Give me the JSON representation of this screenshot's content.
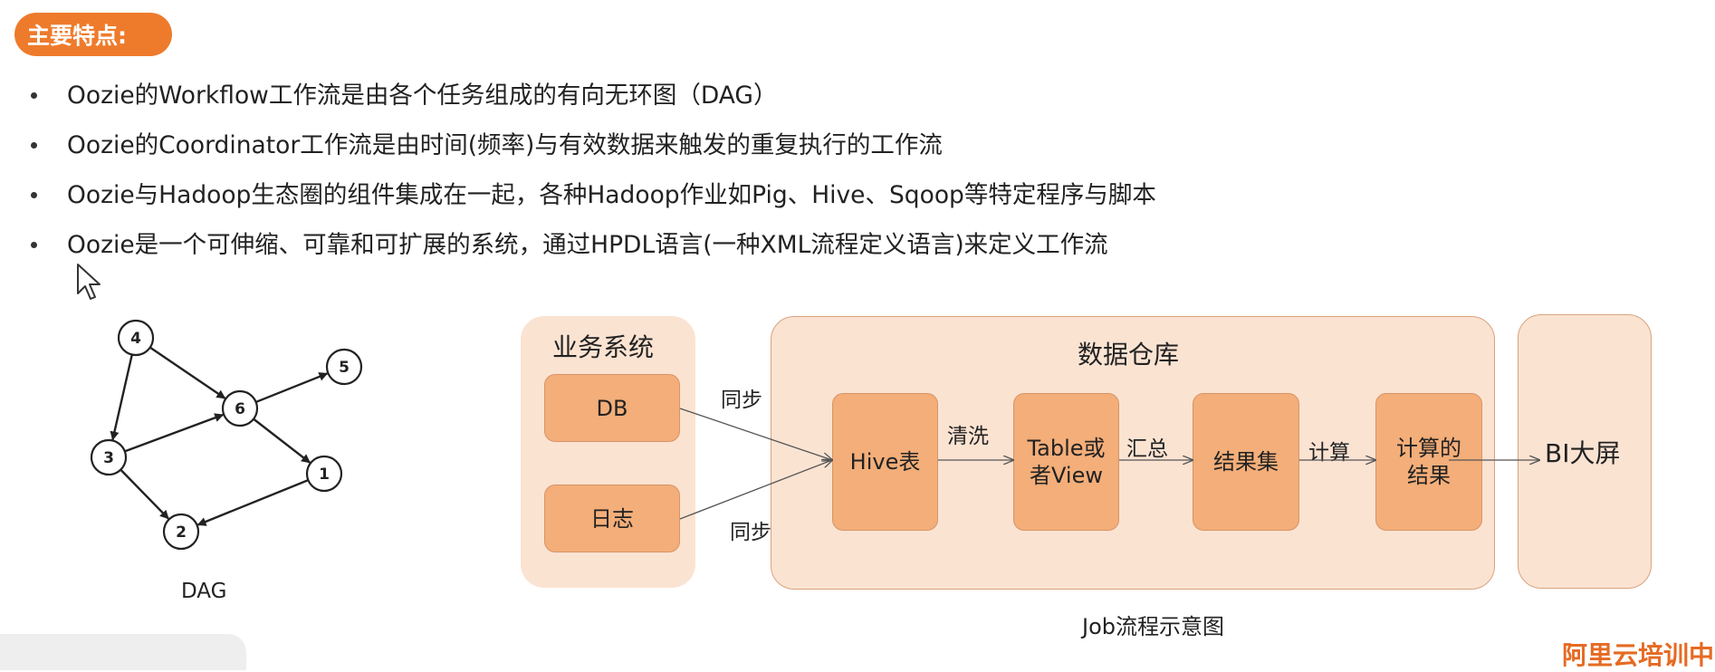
{
  "header": {
    "badge": "主要特点:"
  },
  "bullets": [
    "Oozie的Workflow工作流是由各个任务组成的有向无环图（DAG）",
    "Oozie的Coordinator工作流是由时间(频率)与有效数据来触发的重复执行的工作流",
    "Oozie与Hadoop生态圈的组件集成在一起，各种Hadoop作业如Pig、Hive、Sqoop等特定程序与脚本",
    "Oozie是一个可伸缩、可靠和可扩展的系统，通过HPDL语言(一种XML流程定义语言)来定义工作流"
  ],
  "dag": {
    "caption": "DAG",
    "nodes": [
      "4",
      "5",
      "6",
      "3",
      "1",
      "2"
    ],
    "edges": [
      [
        "4",
        "3"
      ],
      [
        "4",
        "6"
      ],
      [
        "3",
        "6"
      ],
      [
        "6",
        "5"
      ],
      [
        "6",
        "1"
      ],
      [
        "3",
        "2"
      ],
      [
        "1",
        "2"
      ]
    ]
  },
  "flow": {
    "business_title": "业务系统",
    "db": "DB",
    "log": "日志",
    "sync1": "同步",
    "sync2": "同步",
    "warehouse_title": "数据仓库",
    "hive": "Hive表",
    "clean": "清洗",
    "table1": "Table或",
    "table2": "者View",
    "summary": "汇总",
    "result": "结果集",
    "compute": "计算",
    "computed1": "计算的",
    "computed2": "结果",
    "bi": "BI大屏",
    "caption": "Job流程示意图"
  },
  "brand": "阿里云培训中"
}
